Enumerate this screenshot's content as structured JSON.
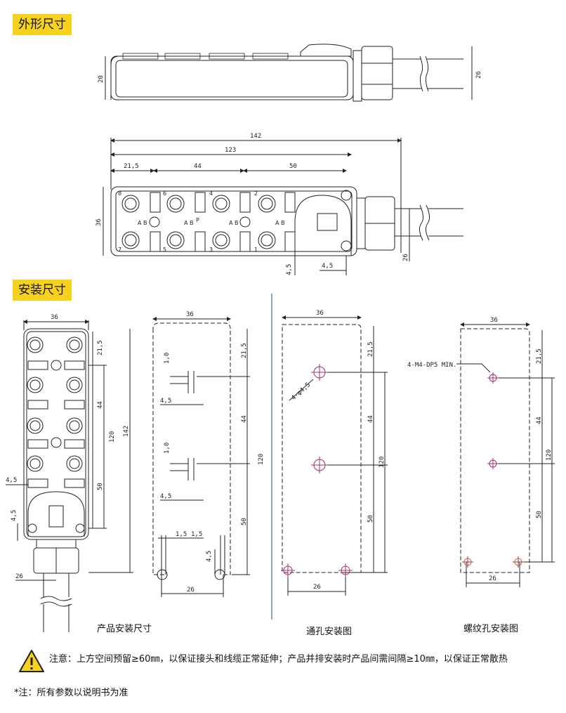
{
  "headings": {
    "outline": "外形尺寸",
    "mounting": "安装尺寸"
  },
  "dims": {
    "side_height": "20",
    "side_cable": "26",
    "top_total": "142",
    "top_inner": "123",
    "seg_a": "21,5",
    "seg_b": "44",
    "seg_c": "50",
    "width": "36",
    "cable_h": "26",
    "hole_a": "4,5",
    "hole_b": "4,5",
    "v_width": "36",
    "v_21": "21,5",
    "v_44": "44",
    "v_50": "50",
    "v_120": "120",
    "v_142": "142",
    "v_45a": "4,5",
    "v_45b": "4,5",
    "v_26": "26",
    "s_36": "36",
    "s_10a": "1,0",
    "s_45a": "4,5",
    "s_10b": "1,0",
    "s_45b": "4,5",
    "s_15a": "1,5",
    "s_15b": "1,5",
    "s_45c": "4,5",
    "s_26": "26",
    "s_215": "21,5",
    "s_44": "44",
    "s_120": "120",
    "s_50": "50",
    "t_36": "36",
    "t_hole": "4-φ4,5",
    "t_215": "21,5",
    "t_44": "44",
    "t_120": "120",
    "t_50": "50",
    "t_26": "26",
    "r_36": "36",
    "r_thread": "4-M4-DP5 MIN.",
    "r_215": "21,5",
    "r_44": "44",
    "r_120": "120",
    "r_50": "50",
    "r_26": "26"
  },
  "port_labels": [
    "8",
    "7",
    "6",
    "5",
    "4",
    "3",
    "2",
    "1",
    "A",
    "B",
    "P"
  ],
  "captions": {
    "product": "产品安装尺寸",
    "through": "通孔安装图",
    "thread": "螺纹孔安装图"
  },
  "notes": {
    "warning": "注意：上方空间预留≥60㎜，以保证接头和线缆正常延伸；产品并排安装时产品间需间隔≥10㎜，以保证正常散热",
    "footnote": "*注：所有参数以说明书为准"
  },
  "icons": {
    "warning": "warning-triangle-icon"
  },
  "colors": {
    "tag_bg": "#f7d21c",
    "warning": "#f7d21c",
    "hole_mark": "#a03070",
    "divider": "#5b7fb0"
  }
}
